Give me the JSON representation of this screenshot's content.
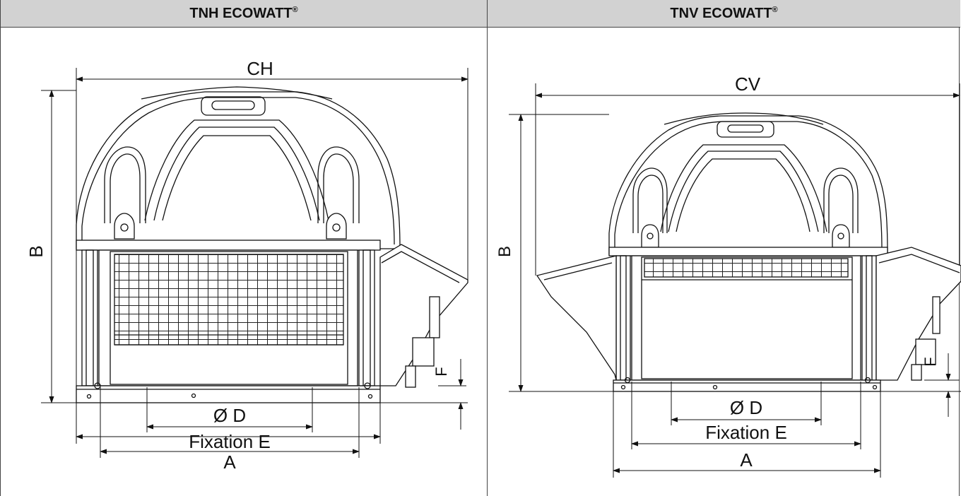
{
  "left": {
    "title": "TNH ECOWATT",
    "trademark": "®",
    "dims": {
      "width_top": "CH",
      "height": "B",
      "diameter": "Ø D",
      "fixation": "Fixation E",
      "base": "A",
      "foot": "F"
    }
  },
  "right": {
    "title": "TNV ECOWATT",
    "trademark": "®",
    "dims": {
      "width_top": "CV",
      "height": "B",
      "diameter": "Ø D",
      "fixation": "Fixation E",
      "base": "A",
      "foot": "F"
    }
  }
}
